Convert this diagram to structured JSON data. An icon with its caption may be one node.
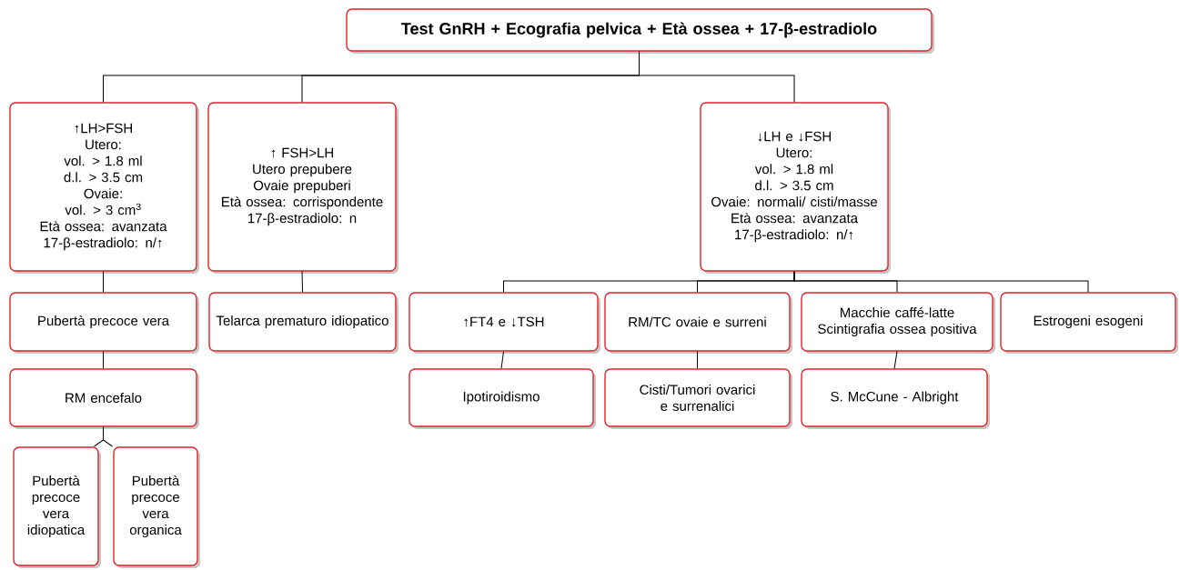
{
  "diagram": {
    "nodes": [
      {
        "text": [
          "Test GnRH + Ecografia pelvica + Età ossea + 17-β-estradiolo"
        ]
      },
      {
        "text": [
          "↑LH>FSH",
          "Utero:",
          "vol. > 1.8 ml",
          "d.l. > 3.5 cm",
          "Ovaie:",
          "vol. > 3 cm$^{3}$",
          "Età ossea: avanzata",
          "17-β-estradiolo: n/↑"
        ]
      },
      {
        "text": [
          "↑ FSH>LH",
          "Utero prepubere",
          "Ovaie prepuberi",
          "Età ossea: corrispondente",
          "17-β-estradiolo: n"
        ]
      },
      {
        "text": [
          "↓LH e ↓FSH",
          "Utero:",
          "vol. > 1.8 ml",
          "d.l. > 3.5 cm",
          "Ovaie: normali/ cisti/masse",
          "Età ossea: avanzata",
          "17-β-estradiolo: n/↑"
        ]
      },
      {
        "text": [
          "Pubertà precoce vera"
        ]
      },
      {
        "text": [
          "Telarca prematuro idiopatico"
        ]
      },
      {
        "text": [
          "RM encefalo"
        ]
      },
      {
        "text": [
          "Pubertà precoce vera idiopatica"
        ]
      },
      {
        "text": [
          "Pubertà precoce vera organica"
        ]
      },
      {
        "text": [
          "↑FT4 e ↓TSH"
        ]
      },
      {
        "text": [
          "RM/TC ovaie e surreni"
        ]
      },
      {
        "text": [
          "Macchie caffé-latte",
          "Scintigrafia ossea positiva"
        ]
      },
      {
        "text": [
          "Estrogeni esogeni"
        ]
      },
      {
        "text": [
          "Ipotiroidismo"
        ]
      },
      {
        "text": [
          "Cisti/Tumori ovarici e surrenalici"
        ]
      },
      {
        "text": [
          "S. McCune - Albright"
        ]
      }
    ],
    "edges": [
      {
        "from": 0,
        "to": 1,
        "arrow": "none"
      },
      {
        "from": 0,
        "to": 2,
        "arrow": "none"
      },
      {
        "from": 0,
        "to": 3,
        "arrow": "none"
      },
      {
        "from": 1,
        "to": 4,
        "arrow": "none"
      },
      {
        "from": 2,
        "to": 5,
        "arrow": "none"
      },
      {
        "from": 4,
        "to": 6,
        "arrow": "none"
      },
      {
        "from": 6,
        "to": 7,
        "arrow": "none"
      },
      {
        "from": 6,
        "to": 8,
        "arrow": "none"
      },
      {
        "from": 3,
        "to": 9,
        "arrow": "none"
      },
      {
        "from": 3,
        "to": 10,
        "arrow": "none"
      },
      {
        "from": 3,
        "to": 11,
        "arrow": "none"
      },
      {
        "from": 3,
        "to": 12,
        "arrow": "none"
      },
      {
        "from": 9,
        "to": 13,
        "arrow": "none"
      },
      {
        "from": 10,
        "to": 14,
        "arrow": "none"
      },
      {
        "from": 11,
        "to": 15,
        "arrow": "none"
      }
    ]
  }
}
